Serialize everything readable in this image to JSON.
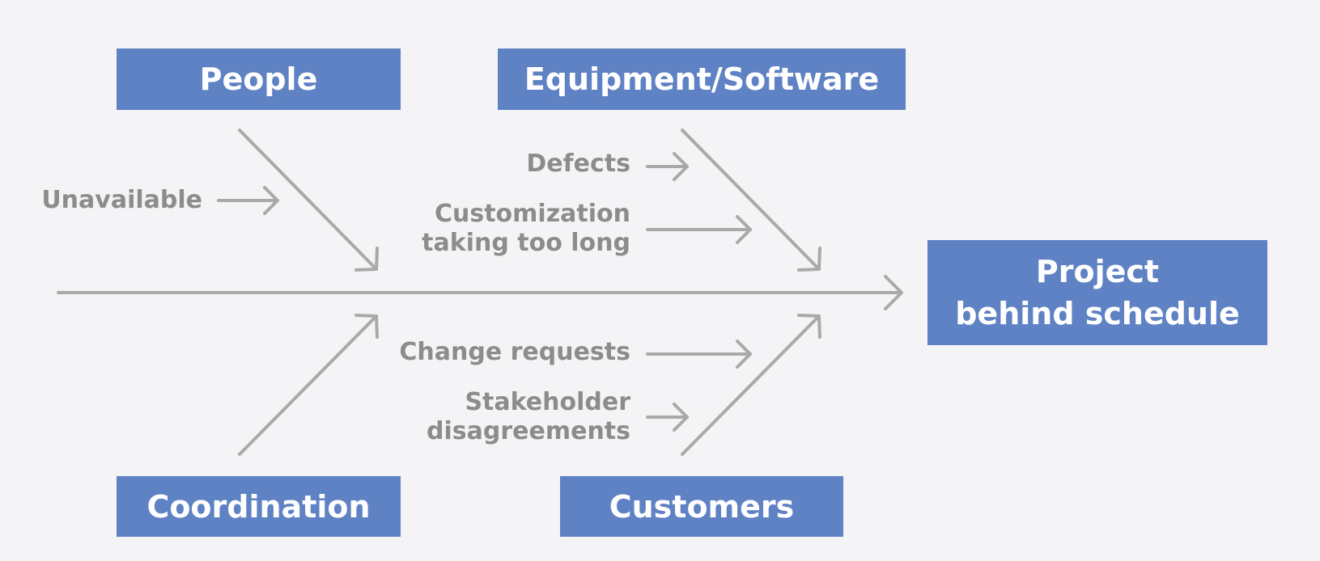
{
  "diagram": {
    "effect": [
      "Project",
      "behind schedule"
    ],
    "categories": {
      "people": "People",
      "equipment": "Equipment/Software",
      "coordination": "Coordination",
      "customers": "Customers"
    },
    "causes": {
      "unavailable": "Unavailable",
      "defects": "Defects",
      "customization": [
        "Customization",
        "taking too long"
      ],
      "change_requests": "Change requests",
      "stakeholder": [
        "Stakeholder",
        "disagreements"
      ]
    }
  },
  "colors": {
    "box_fill": "#5f82c4",
    "box_text": "#ffffff",
    "line": "#a9a9a9",
    "cause_text": "#8c8c8c",
    "background": "#f4f4f6"
  }
}
